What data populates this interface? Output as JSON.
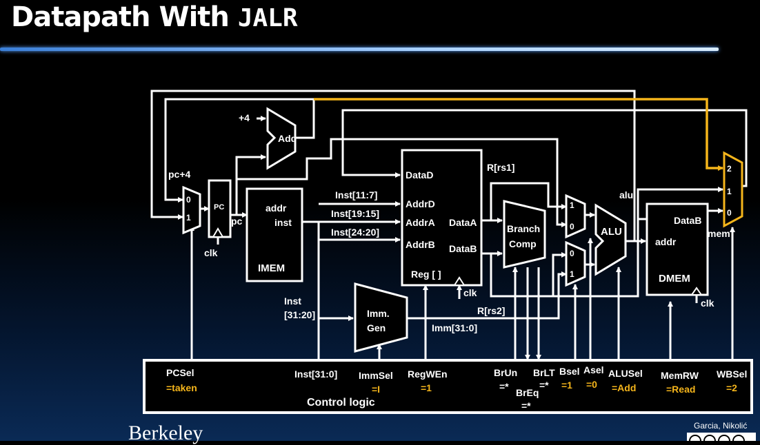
{
  "title": {
    "main": "Datapath With ",
    "mono": "JALR"
  },
  "footer": {
    "institution": "Berkeley",
    "credit": "Garcia, Nikolić"
  },
  "colors": {
    "highlight": "#f5b51b",
    "wire": "#ffffff",
    "rule": "#8ec3ff"
  },
  "blocks": {
    "add": "Add",
    "plus4": "+4",
    "pc_plus4": "pc+4",
    "pc": "PC",
    "pc_out": "pc",
    "clk": "clk",
    "imem": "IMEM",
    "addr": "addr",
    "inst": "inst",
    "datad": "DataD",
    "addrd": "AddrD",
    "addra": "AddrA",
    "addrb": "AddrB",
    "dataa": "DataA",
    "datab": "DataB",
    "reg": "Reg [ ]",
    "rrs1": "R[rs1]",
    "rrs2": "R[rs2]",
    "branch": "Branch",
    "comp": "Comp",
    "alu": "ALU",
    "alu_out": "alu",
    "dmem": "DMEM",
    "mem": "mem",
    "imm1": "Imm.",
    "imm2": "Gen",
    "imm_out": "Imm[31:0]",
    "inst_11_7": "Inst[11:7]",
    "inst_19_15": "Inst[19:15]",
    "inst_24_20": "Inst[24:20]",
    "inst_31_20a": "Inst",
    "inst_31_20b": "[31:20]",
    "mux0": "0",
    "mux1": "1",
    "mux2": "2"
  },
  "control": {
    "label": "Control logic",
    "pcsel": "PCSel",
    "pcsel_val": "=taken",
    "inst_31_0": "Inst[31:0]",
    "immsel": "ImmSel",
    "immsel_val": "=I",
    "regwen": "RegWEn",
    "regwen_val": "=1",
    "brun": "BrUn",
    "brun_val": "=*",
    "brlt": "BrLT",
    "brlt_val": "=*",
    "breq": "BrEq",
    "breq_val": "=*",
    "bsel": "Bsel",
    "bsel_val": "=1",
    "asel": "Asel",
    "asel_val": "=0",
    "alusel": "ALUSel",
    "alusel_val": "=Add",
    "memrw": "MemRW",
    "memrw_val": "=Read",
    "wbsel": "WBSel",
    "wbsel_val": "=2"
  }
}
